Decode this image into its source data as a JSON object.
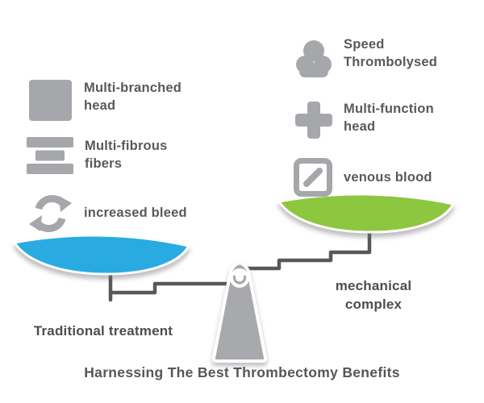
{
  "title": "Harnessing The Best Thrombectomy Benefits",
  "colors": {
    "left_pan": "#29ABE2",
    "right_pan": "#8DC63F",
    "fulcrum": "#A7A9AC",
    "beam_line": "#57585B",
    "icon": "#A5A7AA",
    "text": "#58595B"
  },
  "left": {
    "pan_label": "Traditional treatment",
    "items": [
      {
        "icon": "square-icon",
        "line1": "Multi-branched",
        "line2": "head"
      },
      {
        "icon": "filter-lines-icon",
        "line1": "Multi-fibrous",
        "line2": "fibers"
      },
      {
        "icon": "sync-icon",
        "line1": "increased bleed",
        "line2": ""
      }
    ]
  },
  "right": {
    "label_line1": "mechanical",
    "label_line2": "complex",
    "items": [
      {
        "icon": "cloud-icon",
        "line1": "Speed",
        "line2": "Thrombolysed"
      },
      {
        "icon": "plus-icon",
        "line1": "Multi-function",
        "line2": "head"
      },
      {
        "icon": "edit-note-icon",
        "line1": "venous blood",
        "line2": ""
      }
    ]
  }
}
